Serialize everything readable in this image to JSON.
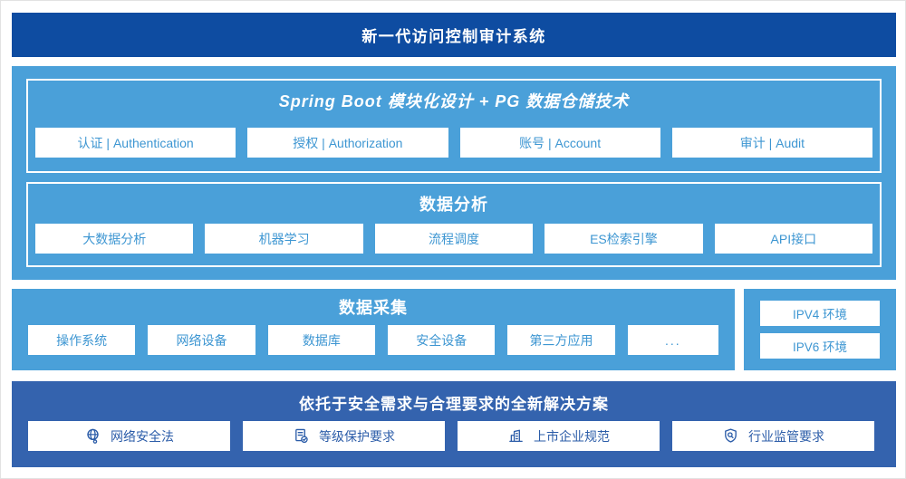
{
  "banner": {
    "title": "新一代访问控制审计系统"
  },
  "platform": {
    "springboot": {
      "title": "Spring Boot 模块化设计 + PG 数据仓储技术",
      "items": [
        "认证 | Authentication",
        "授权 | Authorization",
        "账号 | Account",
        "审计 | Audit"
      ]
    },
    "analysis": {
      "title": "数据分析",
      "items": [
        "大数据分析",
        "机器学习",
        "流程调度",
        "ES检索引擎",
        "API接口"
      ]
    }
  },
  "collection": {
    "title": "数据采集",
    "items": [
      "操作系统",
      "网络设备",
      "数据库",
      "安全设备",
      "第三方应用",
      "..."
    ]
  },
  "environment": {
    "items": [
      "IPV4 环境",
      "IPV6 环境"
    ]
  },
  "solution": {
    "title": "依托于安全需求与合理要求的全新解决方案",
    "items": [
      {
        "icon": "globe-icon",
        "label": "网络安全法"
      },
      {
        "icon": "document-check-icon",
        "label": "等级保护要求"
      },
      {
        "icon": "building-icon",
        "label": "上市企业规范"
      },
      {
        "icon": "shield-search-icon",
        "label": "行业监管要求"
      }
    ]
  },
  "colors": {
    "banner_bg": "#0e4ca1",
    "platform_bg": "#4aa0d9",
    "solution_bg": "#3463ae",
    "box_text": "#3d96d2",
    "solution_text": "#2b5ca8",
    "box_bg": "#ffffff"
  }
}
